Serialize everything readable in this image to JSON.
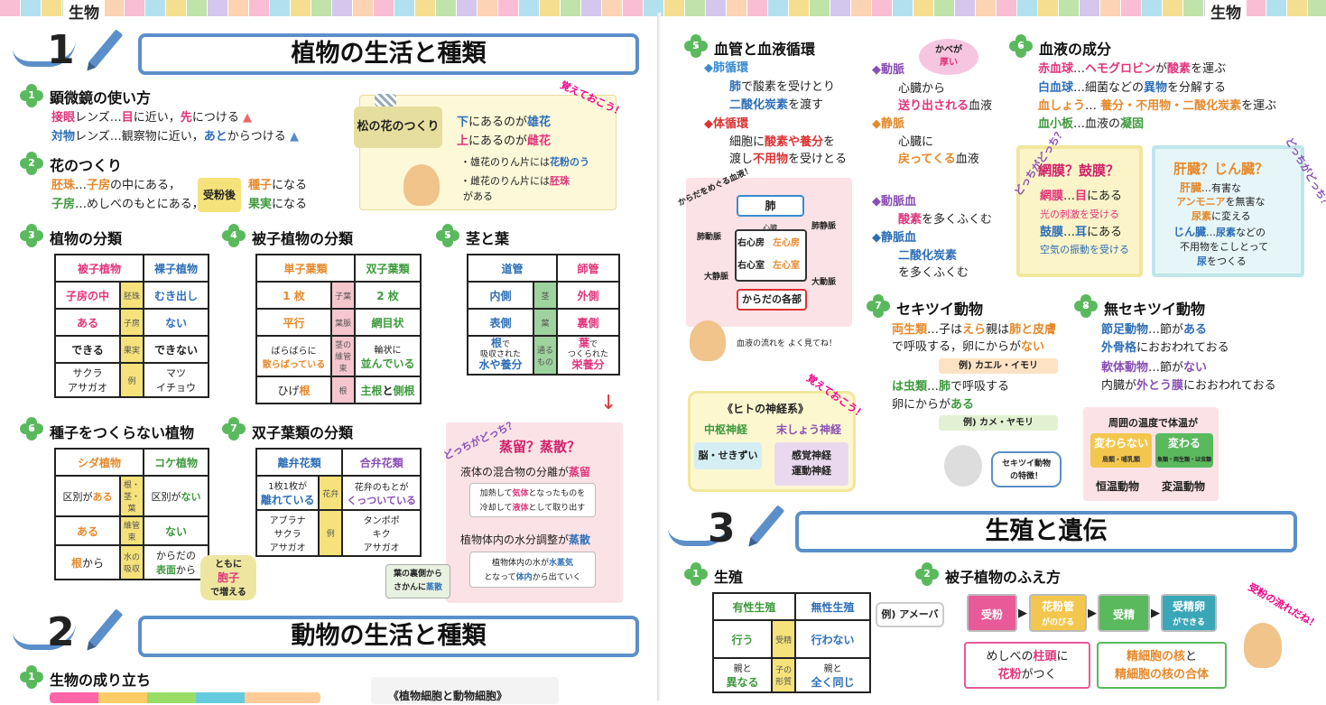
{
  "header": {
    "subject_left": "生物",
    "subject_right": "生物"
  },
  "s1": {
    "num": "1",
    "title": "植物の生活と種類"
  },
  "s2": {
    "num": "2",
    "title": "動物の生活と種類"
  },
  "s3": {
    "num": "3",
    "title": "生殖と遺伝"
  },
  "microscope": {
    "n": "1",
    "head": "顕微鏡の使い方",
    "l1a": "接眼",
    "l1b": "レンズ…",
    "l1c": "目",
    "l1d": "に近い，",
    "l1e": "先",
    "l1f": "につける",
    "l2a": "対物",
    "l2b": "レンズ…観察物に近い，",
    "l2c": "あと",
    "l2d": "からつける"
  },
  "flower": {
    "n": "2",
    "head": "花のつくり",
    "l1a": "胚珠",
    "l1b": "…",
    "l1c": "子房",
    "l1d": "の中にある，",
    "l2a": "子房",
    "l2b": "…めしべのもとにある，",
    "mid": "受粉後",
    "r1a": "種子",
    "r1b": "になる",
    "r2a": "果実",
    "r2b": "になる"
  },
  "pine": {
    "tag": "松の花のつくり",
    "remember": "覚えておこう！",
    "l1a": "下",
    "l1b": "にあるのが",
    "l1c": "雄花",
    "l2a": "上",
    "l2b": "にあるのが",
    "l2c": "雌花",
    "l3a": "・雄花のりん片には",
    "l3b": "花粉のう",
    "l4a": "・雌花のりん片には",
    "l4b": "胚珠",
    "l5": "がある"
  },
  "plantclass": {
    "n": "3",
    "head": "植物の分類",
    "h1": "被子植物",
    "h2": "裸子植物",
    "r1": [
      "子房の中",
      "胚珠",
      "むき出し"
    ],
    "r2": [
      "ある",
      "子房",
      "ない"
    ],
    "r3": [
      "できる",
      "果実",
      "できない"
    ],
    "r4": [
      "サクラ\nアサガオ",
      "例",
      "マツ\nイチョウ"
    ]
  },
  "angio": {
    "n": "4",
    "head": "被子植物の分類",
    "h1": "単子葉類",
    "h2": "双子葉類",
    "r1": [
      "1 枚",
      "子葉",
      "2 枚"
    ],
    "r2": [
      "平行",
      "葉脈",
      "網目状"
    ],
    "r3a": "ばらばらに",
    "r3b": "散らばっている",
    "r3m": "茎の維管束",
    "r3c": "輪状に",
    "r3d": "並んでいる",
    "r4a": "ひげ",
    "r4b": "根",
    "r4m": "根",
    "r4c": "主根",
    "r4d": "と",
    "r4e": "側根"
  },
  "stem": {
    "n": "5",
    "head": "茎と葉",
    "h1": "道管",
    "h2": "師管",
    "r1": [
      "内側",
      "茎",
      "外側"
    ],
    "r2": [
      "表側",
      "葉",
      "裏側"
    ],
    "r3a": "根",
    "r3b": "で\n吸収された",
    "r3c": "水や養分",
    "r3m": "通るもの",
    "r3d": "葉",
    "r3e": "で\nつくられた",
    "r3f": "栄養分"
  },
  "seedless": {
    "n": "6",
    "head": "種子をつくらない植物",
    "h1": "シダ植物",
    "h2": "コケ植物",
    "r1a": "区別が",
    "r1b": "ある",
    "r1m": "根・茎・葉",
    "r1c": "区別が",
    "r1d": "ない",
    "r2": [
      "ある",
      "維管束",
      "ない"
    ],
    "r3a": "根",
    "r3b": "から",
    "r3m": "水の吸収",
    "r3c": "からだの",
    "r3d": "表面",
    "r3e": "から",
    "spore1": "ともに",
    "spore2": "胞子",
    "spore3": "で増える"
  },
  "dicot": {
    "n": "7",
    "head": "双子葉類の分類",
    "h1": "離弁花類",
    "h2": "合弁花類",
    "r1a": "1枚1枚が",
    "r1b": "離れている",
    "r1m": "花弁",
    "r1c": "花弁のもとが",
    "r1d": "くっついている",
    "r2": [
      "アブラナ\nサクラ\nアサガオ",
      "例",
      "タンポポ\nキク\nアサガオ"
    ]
  },
  "evap": {
    "which": "どっちがどっち？",
    "title": "蒸留？蒸散？",
    "l1a": "液体の混合物の分離が",
    "l1b": "蒸留",
    "b1a": "加熱して",
    "b1b": "気体",
    "b1c": "となったものを",
    "b1d": "冷却して",
    "b1e": "液体",
    "b1f": "として取り出す",
    "l2a": "植物体内の水分調整が",
    "l2b": "蒸散",
    "b2a": "植物体内の水が",
    "b2b": "水蒸気",
    "b2c": "となって",
    "b2d": "体内",
    "b2e": "から出ていく",
    "side1": "葉の裏側から",
    "side2": "さかんに",
    "side3": "蒸散"
  },
  "origin": {
    "n": "1",
    "head": "生物の成り立ち",
    "cell": "《植物細胞と動物細胞》"
  },
  "blood": {
    "n": "5",
    "head": "血管と血液循環",
    "pul": "◆肺循環",
    "pul1a": "肺",
    "pul1b": "で酸素を受けとり",
    "pul2a": "二酸化炭素",
    "pul2b": "を渡す",
    "sys": "◆体循環",
    "sys1a": "細胞に",
    "sys1b": "酸素や養分",
    "sys1c": "を",
    "sys2a": "渡し",
    "sys2b": "不用物",
    "sys2c": "を受けとる",
    "art": "◆動脈",
    "art1": "心臓から",
    "art2a": "送り出される",
    "art2b": "血液",
    "vein": "◆静脈",
    "vein1": "心臓に",
    "vein2a": "戻ってくる",
    "vein2b": "血液",
    "bubble1": "かべが",
    "bubble2": "厚い",
    "ab": "◆動脈血",
    "ab1a": "酸素",
    "ab1b": "を多くふくむ",
    "vb": "◆静脈血",
    "vb1": "二酸化炭素",
    "vb2": "を多くふくむ",
    "dtitle": "からだをめぐる血液！",
    "lung": "肺",
    "heart": "心臓",
    "pa": "肺動脈",
    "pv": "肺静脈",
    "ra": "右心房",
    "la": "左心房",
    "rv": "右心室",
    "lv": "左心室",
    "vc": "大静脈",
    "ao": "大動脈",
    "body": "からだの各部",
    "dnote": "血液の流れを よく見てね！"
  },
  "bcomp": {
    "n": "6",
    "head": "血液の成分",
    "l1a": "赤血球",
    "l1b": "…",
    "l1c": "ヘモグロビン",
    "l1d": "が",
    "l1e": "酸素",
    "l1f": "を運ぶ",
    "l2a": "白血球",
    "l2b": "…細菌などの",
    "l2c": "異物",
    "l2d": "を分解する",
    "l3a": "血しょう",
    "l3b": "… ",
    "l3c": "養分・不用物・二酸化炭素",
    "l3d": "を運ぶ",
    "l4a": "血小板",
    "l4b": "…血液の",
    "l4c": "凝固"
  },
  "memb": {
    "which": "どっちがどっち？",
    "title": "網膜？鼓膜？",
    "l1a": "網膜",
    "l1b": "…",
    "l1c": "目",
    "l1d": "にある",
    "l2": "光の刺激を受ける",
    "l3a": "鼓膜",
    "l3b": "…",
    "l3c": "耳",
    "l3d": "にある",
    "l4": "空気の振動を受ける"
  },
  "liver": {
    "which": "どっちがどっち？",
    "title": "肝臓？じん臓？",
    "l1a": "肝臓",
    "l1b": "…有害な",
    "l2a": "アンモニア",
    "l2b": "を無害な",
    "l3a": "尿素",
    "l3b": "に変える",
    "l4a": "じん臓",
    "l4b": "…",
    "l4c": "尿素",
    "l4d": "などの",
    "l5": "不用物をこしとって",
    "l6a": "尿",
    "l6b": "をつくる"
  },
  "nerve": {
    "remember": "覚えておこう！",
    "title": "《ヒトの神経系》",
    "c": "中枢神経",
    "p": "末しょう神経",
    "c1": "脳・せきずい",
    "p1": "感覚神経\n運動神経"
  },
  "vert": {
    "n": "7",
    "head": "セキツイ動物",
    "l1a": "両生類",
    "l1b": "…子は",
    "l1c": "えら",
    "l1d": "親は",
    "l1e": "肺と皮膚",
    "l2a": "で呼吸する，卵にからが",
    "l2b": "ない",
    "ex1": "例) カエル・イモリ",
    "l3a": "は虫類",
    "l3b": "…",
    "l3c": "肺",
    "l3d": "で呼吸する",
    "l4a": "卵にからが",
    "l4b": "ある",
    "ex2": "例) カメ・ヤモリ",
    "bubble": "セキツイ動物の特徴！"
  },
  "invert": {
    "n": "8",
    "head": "無セキツイ動物",
    "l1a": "節足動物",
    "l1b": "…節が",
    "l1c": "ある",
    "l2a": "外骨格",
    "l2b": "におおわれておる",
    "l3a": "軟体動物",
    "l3b": "…節が",
    "l3c": "ない",
    "l4a": "内臓が",
    "l4b": "外とう膜",
    "l4c": "におおわれておる"
  },
  "temp": {
    "title": "周囲の温度で体温が",
    "a": "変わらない",
    "a2": "鳥類・哺乳類",
    "b": "変わる",
    "b2": "魚類・両生類・は虫類",
    "c": "恒温動物",
    "d": "変温動物"
  },
  "repro": {
    "n": "1",
    "head": "生殖",
    "h1": "有性生殖",
    "h2": "無性生殖",
    "ex": "例) アメーバ",
    "r1": [
      "行う",
      "受精",
      "行わない"
    ],
    "r2a": "親と",
    "r2b": "異なる",
    "r2m": "子の形質",
    "r2c": "親と",
    "r2d": "全く同じ"
  },
  "fert": {
    "n": "2",
    "head": "被子植物のふえ方",
    "s1": "受粉",
    "s2a": "花粉管",
    "s2b": "がのびる",
    "s3": "受精",
    "s4a": "受精卵",
    "s4b": "ができる",
    "b1a": "めしべの",
    "b1b": "柱頭",
    "b1c": "に",
    "b1d": "花粉",
    "b1e": "がつく",
    "b2a": "精細胞の核",
    "b2b": "と",
    "b2c": "精細胞の核の合体",
    "note": "受粉の流れだね！"
  },
  "colors": {
    "accent": "#5b8fc9",
    "green": "#5ab95d",
    "pink": "#e0357c",
    "blue": "#2e6fb8"
  }
}
